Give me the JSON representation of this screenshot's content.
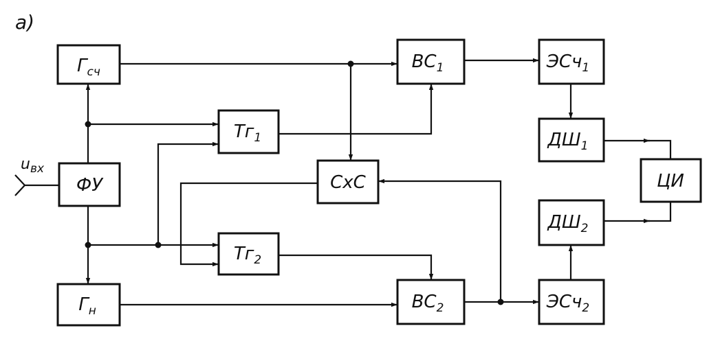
{
  "panel_label": "а)",
  "input_label": {
    "main": "u",
    "sub": "вх"
  },
  "blocks": {
    "gsch": {
      "main": "Г",
      "sub": "сч"
    },
    "fu": {
      "main": "ФУ",
      "sub": ""
    },
    "gn": {
      "main": "Г",
      "sub": "н"
    },
    "tg1": {
      "main": "Тг",
      "sub": "1"
    },
    "tg2": {
      "main": "Тг",
      "sub": "2"
    },
    "sxs": {
      "main": "СхС",
      "sub": ""
    },
    "vs1": {
      "main": "ВС",
      "sub": "1"
    },
    "vs2": {
      "main": "ВС",
      "sub": "2"
    },
    "esch1": {
      "main": "ЭСч",
      "sub": "1"
    },
    "esch2": {
      "main": "ЭСч",
      "sub": "2"
    },
    "dsh1": {
      "main": "ДШ",
      "sub": "1"
    },
    "dsh2": {
      "main": "ДШ",
      "sub": "2"
    },
    "ci": {
      "main": "ЦИ",
      "sub": ""
    }
  }
}
